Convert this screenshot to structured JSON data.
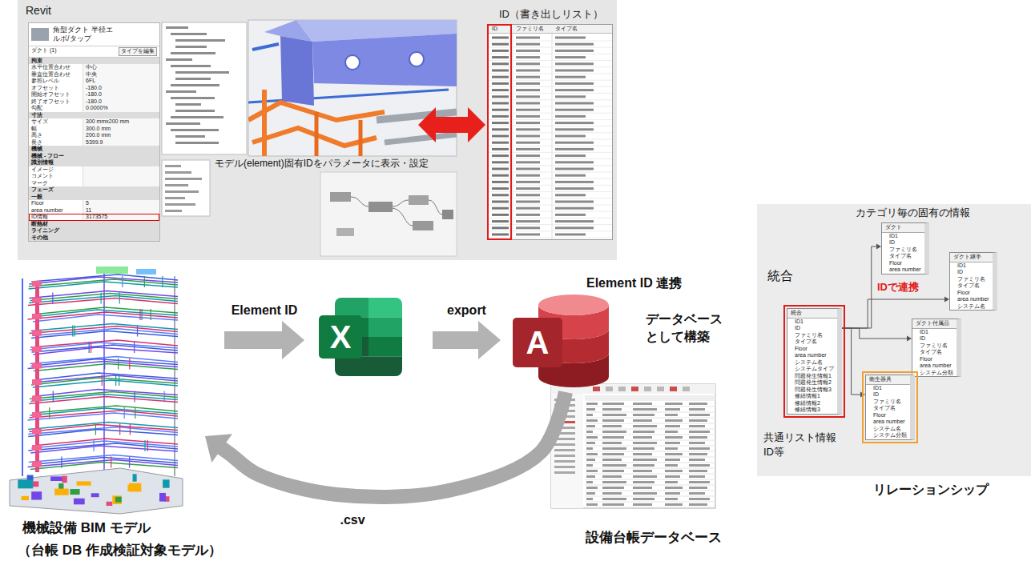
{
  "diagram": {
    "nodes": [
      {
        "text": [
          "Revit"
        ]
      },
      {
        "text": [
          "角型ダクト 半径エルボ/タップ",
          "ダクト (1)",
          "タイプを編集",
          "拘束",
          "水平位置合わせ",
          "中心",
          "垂直位置合わせ",
          "中央",
          "参照レベル",
          "6FL",
          "オフセット",
          "-180.0",
          "開始オフセット",
          "-180.0",
          "終了オフセット",
          "-180.0",
          "勾配",
          "0.0000%",
          "寸法",
          "サイズ",
          "300 mmx200 mm",
          "幅",
          "300.0 mm",
          "高さ",
          "200.0 mm",
          "長さ",
          "5399.9",
          "機械",
          "機械 - フロー",
          "識別情報",
          "イメージ",
          "コメント",
          "マーク",
          "フェーズ",
          "一般",
          "Floor",
          "5",
          "area number",
          "11",
          "ID情報",
          "3173575",
          "断熱材",
          "ライニング",
          "その他"
        ],
        "in": 0
      },
      {
        "text": [
          "ID（書き出しリスト）",
          "ID",
          "ファミリ名",
          "タイプ名"
        ],
        "in": 0
      },
      {
        "text": [
          "機械設備 BIM モデル",
          "（台帳 DB 作成検証対象モデル）"
        ]
      },
      {
        "text": [
          "X"
        ]
      },
      {
        "text": [
          "A"
        ]
      },
      {
        "text": [
          "リレーションシップ"
        ]
      },
      {
        "text": [
          "統合",
          "ID1",
          "ID",
          "ファミリ名",
          "タイプ名",
          "Floor",
          "area number",
          "システム名",
          "システムタイプ",
          "問題発生情報1",
          "問題発生情報2",
          "問題発生情報3",
          "修繕情報1",
          "修繕情報2",
          "修繕情報3"
        ],
        "in": 6
      },
      {
        "text": [
          "ダクト",
          "ID1",
          "ID",
          "ファミリ名",
          "タイプ名",
          "Floor",
          "area number"
        ],
        "in": 6
      },
      {
        "text": [
          "ダクト継手",
          "ID1",
          "ID",
          "ファミリ名",
          "タイプ名",
          "Floor",
          "area number",
          "システム名"
        ],
        "in": 6
      },
      {
        "text": [
          "ダクト付属品",
          "ID1",
          "ID",
          "ファミリ名",
          "タイプ名",
          "Floor",
          "area number",
          "システム分類"
        ],
        "in": 6
      },
      {
        "text": [
          "衛生器具",
          "ID1",
          "ID",
          "ファミリ名",
          "タイプ名",
          "Floor",
          "area number",
          "システム名",
          "システム分類"
        ],
        "in": 6
      }
    ],
    "edges": [
      {
        "from": 3,
        "to": 4,
        "label": "Element ID",
        "arrow": "to"
      },
      {
        "from": 4,
        "to": 5,
        "label": "export",
        "arrow": "to"
      },
      {
        "from": 5,
        "to": 3,
        "label": ".csv",
        "arrow": "to"
      },
      {
        "from": 7,
        "to": 8,
        "arrow": "to"
      },
      {
        "from": 7,
        "to": 9,
        "arrow": "to"
      },
      {
        "from": 7,
        "to": 10,
        "arrow": "to"
      },
      {
        "from": 7,
        "to": 11,
        "arrow": "to"
      }
    ],
    "labels": [
      "モデル(element)固有IDをパラメータに表示・設定",
      "Element ID 連携",
      "データベース として構築",
      "設備台帳データベース",
      "カテゴリ毎の固有の情報",
      "統合",
      "IDで連携",
      "共通リスト情報 ID等"
    ]
  }
}
